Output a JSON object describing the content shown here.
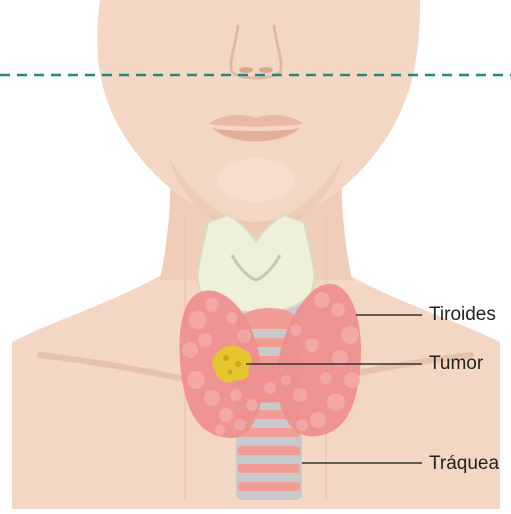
{
  "labels": {
    "thyroid": "Tiroides",
    "tumor": "Tumor",
    "trachea": "Tráquea"
  },
  "colors": {
    "skin": "#f3d6c4",
    "skin_shadow": "#e9c4ae",
    "thyroid": "#ef8f8f",
    "thyroid_lobule": "#f4a9a8",
    "tumor": "#e6c52e",
    "trachea_ring": "#f19d95",
    "trachea_gap": "#c7c9cb",
    "larynx": "#eef0dc",
    "guide_line": "#1f8a80",
    "leader_line": "#333333"
  }
}
